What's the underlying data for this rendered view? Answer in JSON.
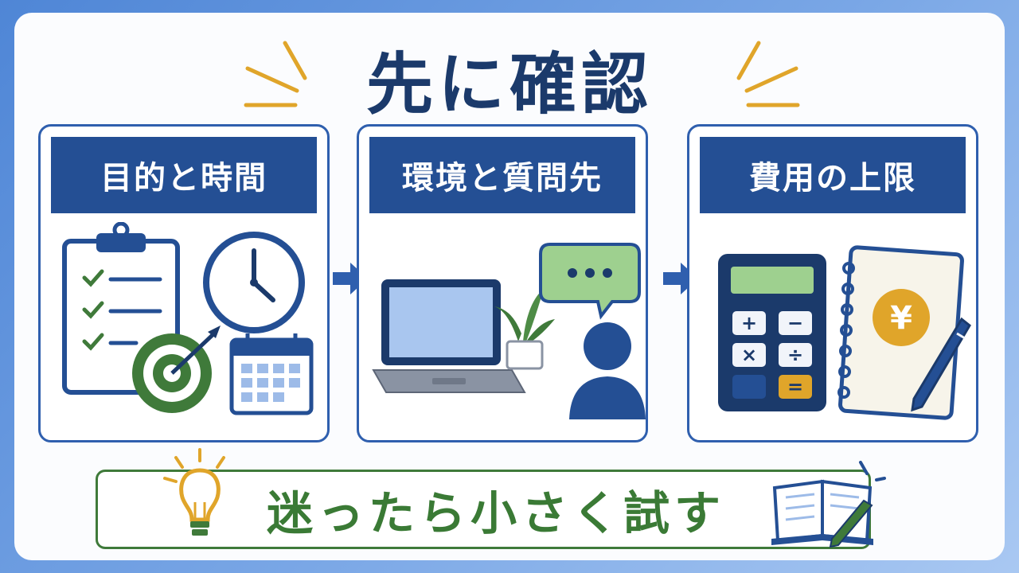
{
  "title": "先に確認",
  "panels": [
    {
      "label": "目的と時間"
    },
    {
      "label": "環境と質問先"
    },
    {
      "label": "費用の上限"
    }
  ],
  "bottom": {
    "text": "迷ったら小さく試す"
  },
  "icons": {
    "panel1": [
      "clipboard-checklist-icon",
      "clock-icon",
      "target-icon",
      "calendar-icon"
    ],
    "panel2": [
      "laptop-icon",
      "plant-icon",
      "chat-bubble-icon",
      "person-icon"
    ],
    "panel3": [
      "calculator-icon",
      "notebook-icon",
      "yen-coin-icon",
      "pen-icon"
    ],
    "bottom": [
      "lightbulb-icon",
      "open-book-icon",
      "pen-icon"
    ]
  },
  "colors": {
    "navy": "#1b3a6b",
    "header_blue": "#244f94",
    "border_blue": "#2f5fae",
    "green": "#3a7a35",
    "gold": "#e0a52a"
  },
  "calculator": {
    "keys": [
      "+",
      "−",
      "×",
      "÷",
      "",
      "="
    ]
  },
  "coin_symbol": "¥"
}
